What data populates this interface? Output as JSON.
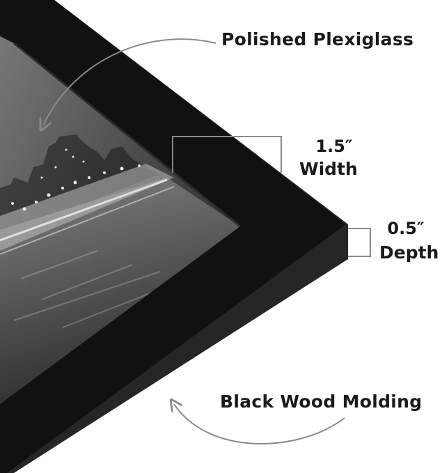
{
  "labels": {
    "plexiglass": "Polished Plexiglass",
    "width_value": "1.5″",
    "width_label": "Width",
    "depth_value": "0.5″",
    "depth_label": "Depth",
    "molding": "Black Wood Molding"
  },
  "colors": {
    "frame": "#111111",
    "frame_edge": "#262626",
    "callout_line": "#8a8a8a",
    "text": "#1a1a1a",
    "background": "#ffffff"
  }
}
